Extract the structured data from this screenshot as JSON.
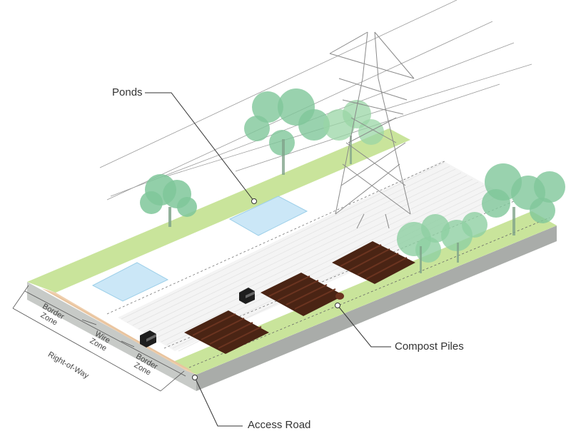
{
  "labels": {
    "ponds": "Ponds",
    "compost_piles": "Compost Piles",
    "access_road": "Access Road",
    "right_of_way": "Right-of-Way"
  },
  "zones": {
    "border_1": {
      "line1": "Border",
      "line2": "Zone"
    },
    "wire": {
      "line1": "Wire",
      "line2": "Zone"
    },
    "border_2": {
      "line1": "Border",
      "line2": "Zone"
    }
  },
  "colors": {
    "grass": "#c9e49b",
    "slab_side": "#b8bbb8",
    "slab_front": "#d2d5d2",
    "road": "#efcfae",
    "pond": "#cbe7f7",
    "pond_edge": "#9ccfe9",
    "compost": "#4a2414",
    "compost_light": "#6b3420",
    "tree": "#7fc79a",
    "tower": "#8a8a8a"
  },
  "icons": {
    "vehicle": "truck-icon",
    "tree": "tree-icon",
    "tower": "transmission-tower-icon"
  }
}
